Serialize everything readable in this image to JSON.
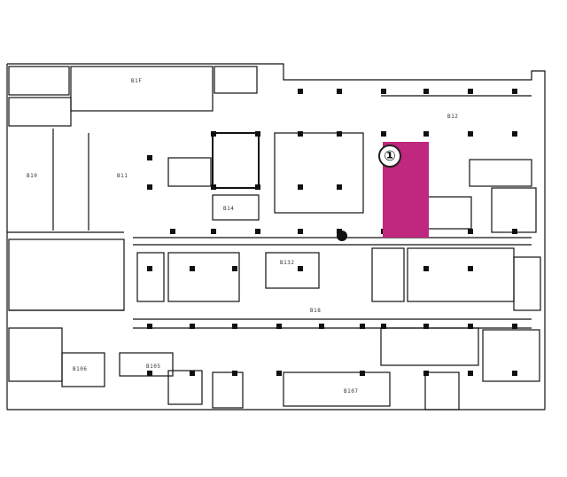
{
  "marker": {
    "label": "①"
  },
  "highlight_color": "#c0277e",
  "room_labels": {
    "r1": "B10",
    "r2": "B11",
    "r3": "B12",
    "r4": "B1F",
    "r5": "B14",
    "r6": "B18",
    "r7": "B132",
    "r8": "B106",
    "r9": "B105",
    "r10": "B107"
  }
}
